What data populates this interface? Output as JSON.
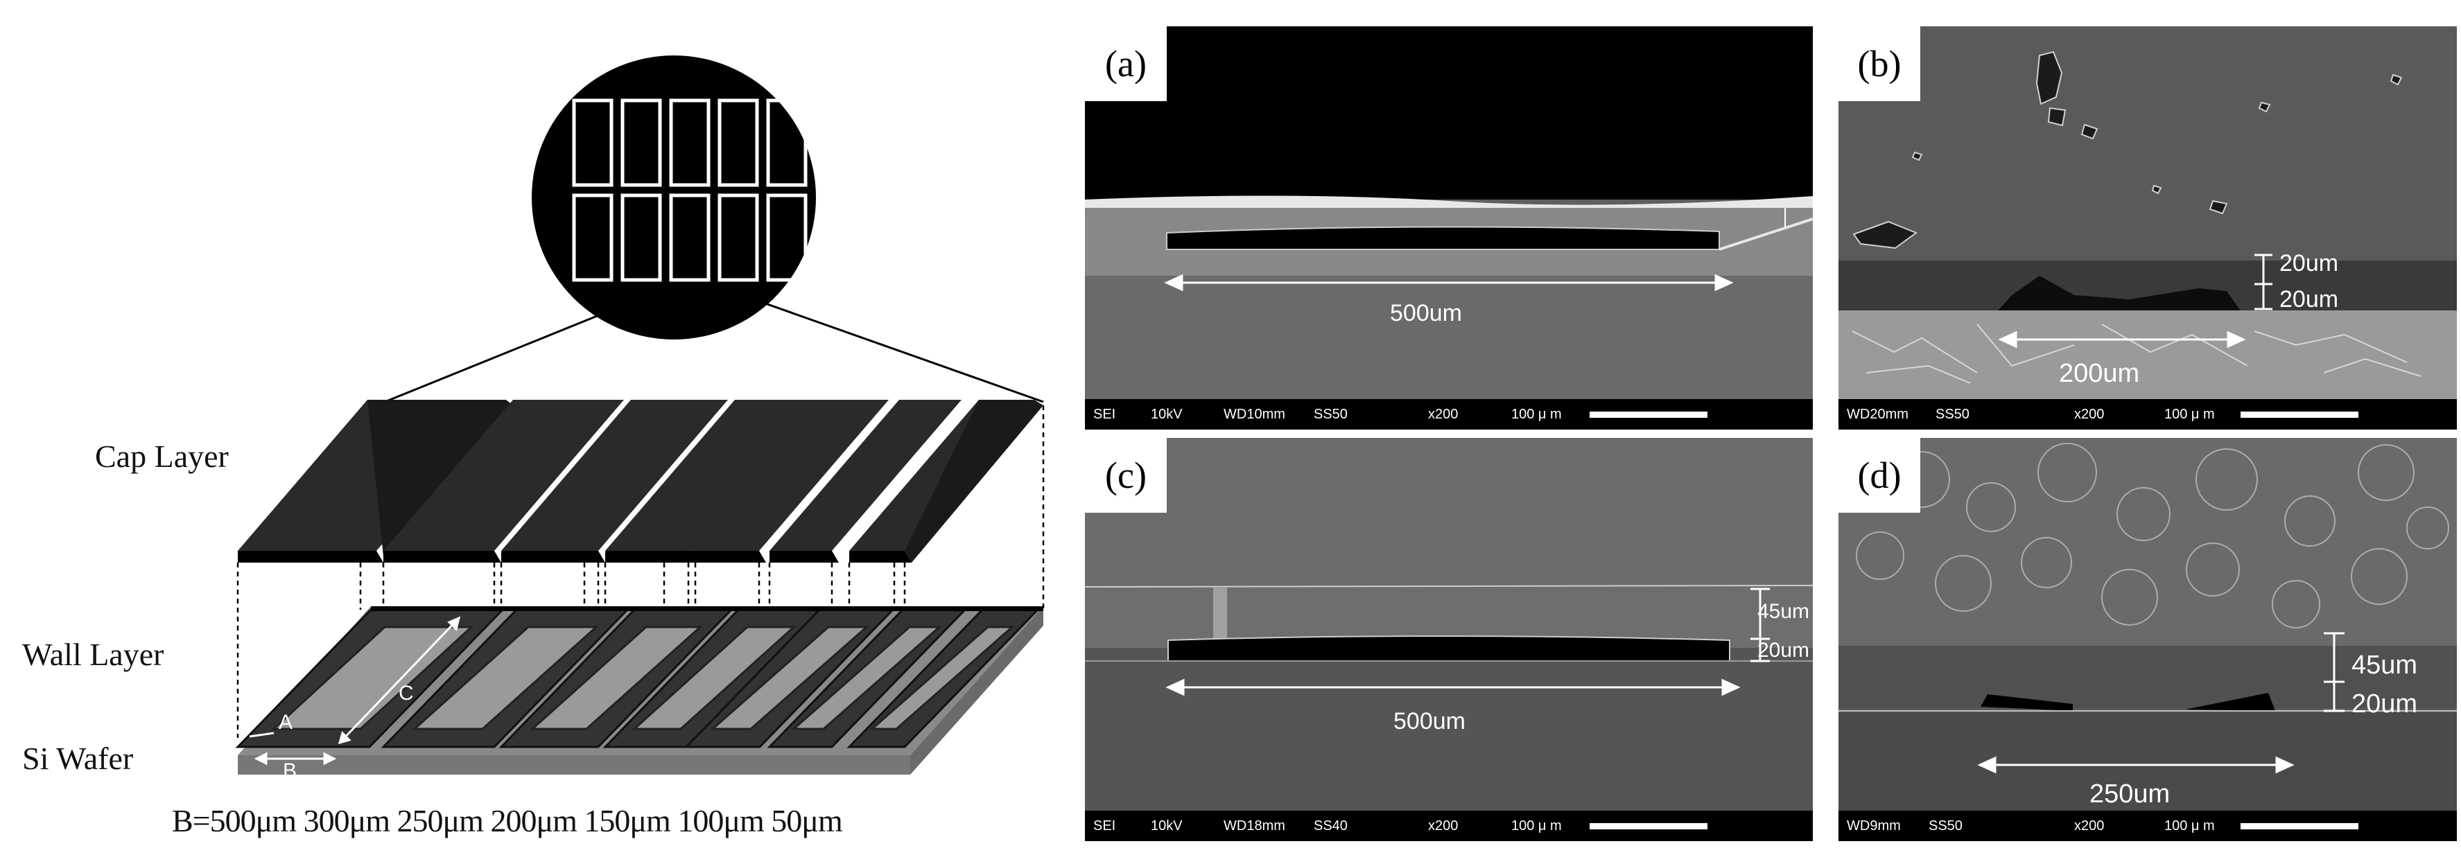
{
  "schematic": {
    "layer_labels": {
      "cap": "Cap Layer",
      "wall": "Wall Layer",
      "wafer": "Si Wafer"
    },
    "dimension_labels": {
      "a": "A",
      "b": "B",
      "c": "C"
    },
    "widths_caption": "B=500μm 300μm 250μm 200μm 150μm 100μm 50μm"
  },
  "panels": {
    "a": {
      "tag": "(a)",
      "measurement": "500um",
      "bar": {
        "detector": "SEI",
        "voltage": "10kV",
        "wd": "WD10mm",
        "ss": "SS50",
        "mag": "x200",
        "scale": "100 μ m"
      }
    },
    "b": {
      "tag": "(b)",
      "measurement_top": "20um",
      "measurement_bottom": "20um",
      "measurement_width": "200um",
      "bar": {
        "wd": "WD20mm",
        "ss": "SS50",
        "mag": "x200",
        "scale": "100 μ m"
      }
    },
    "c": {
      "tag": "(c)",
      "measurement_top": "45um",
      "measurement_bottom": "20um",
      "measurement_width": "500um",
      "bar": {
        "detector": "SEI",
        "voltage": "10kV",
        "wd": "WD18mm",
        "ss": "SS40",
        "mag": "x200",
        "scale": "100 μ m"
      }
    },
    "d": {
      "tag": "(d)",
      "measurement_top": "45um",
      "measurement_bottom": "20um",
      "measurement_width": "250um",
      "bar": {
        "wd": "WD9mm",
        "ss": "SS50",
        "mag": "x200",
        "scale": "100 μ m"
      }
    }
  }
}
